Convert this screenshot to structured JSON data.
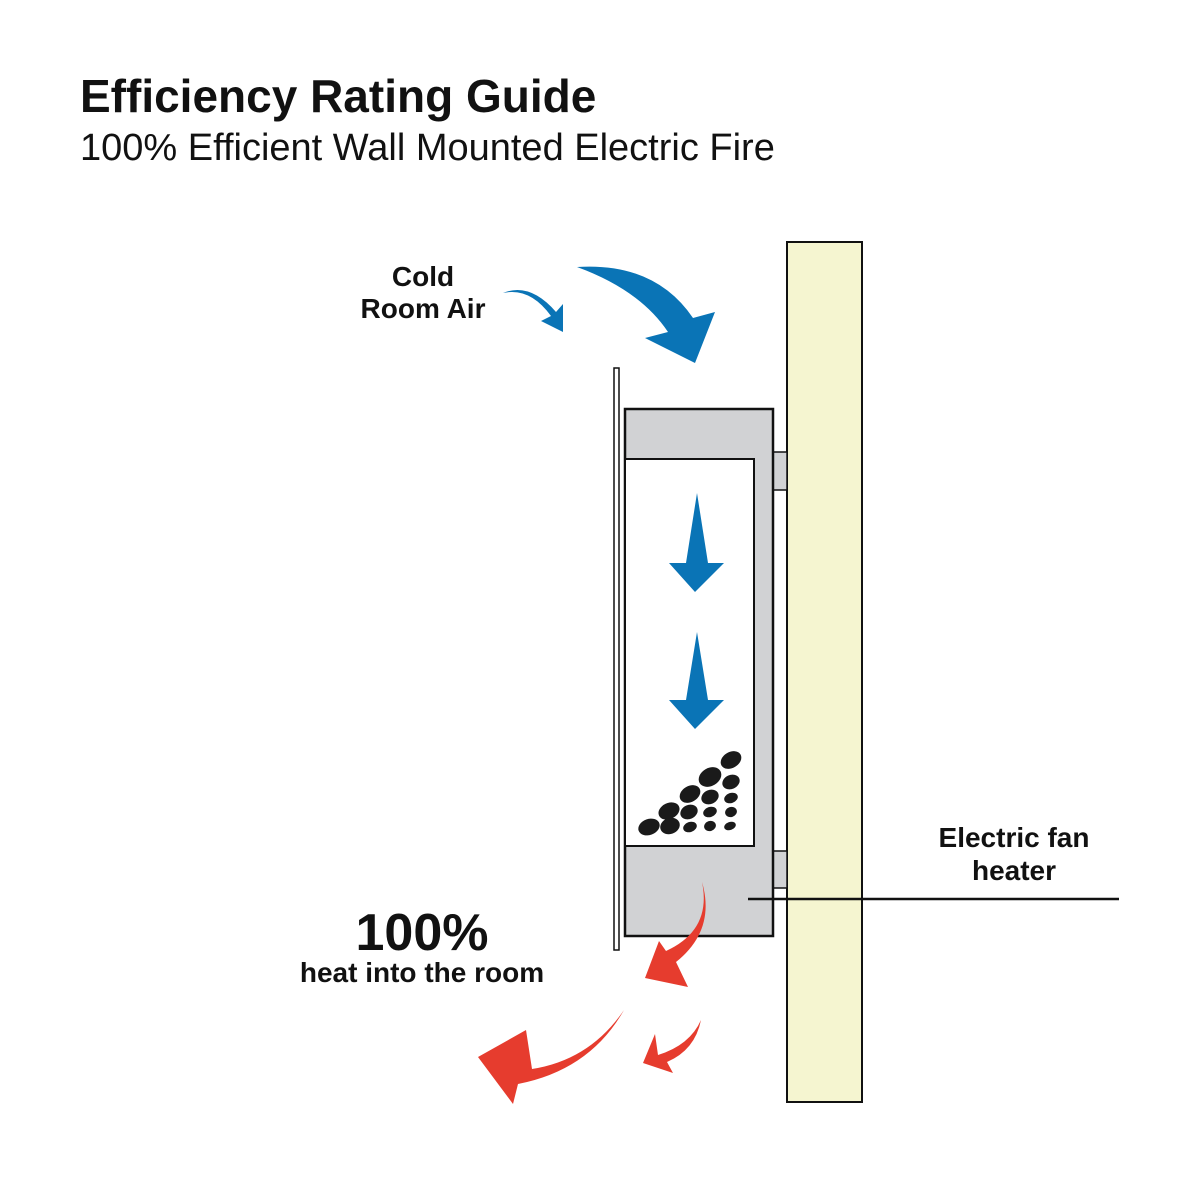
{
  "header": {
    "title": "Efficiency Rating Guide",
    "subtitle": "100% Efficient Wall Mounted Electric Fire"
  },
  "labels": {
    "cold_line1": "Cold",
    "cold_line2": "Room Air",
    "percent": "100%",
    "heat": "heat into the room",
    "heater_line1": "Electric fan",
    "heater_line2": "heater"
  },
  "colors": {
    "cold_air": "#0a74b6",
    "hot_air": "#e63c2e",
    "wall": "#f5f5d0",
    "unit": "#d1d2d4"
  }
}
